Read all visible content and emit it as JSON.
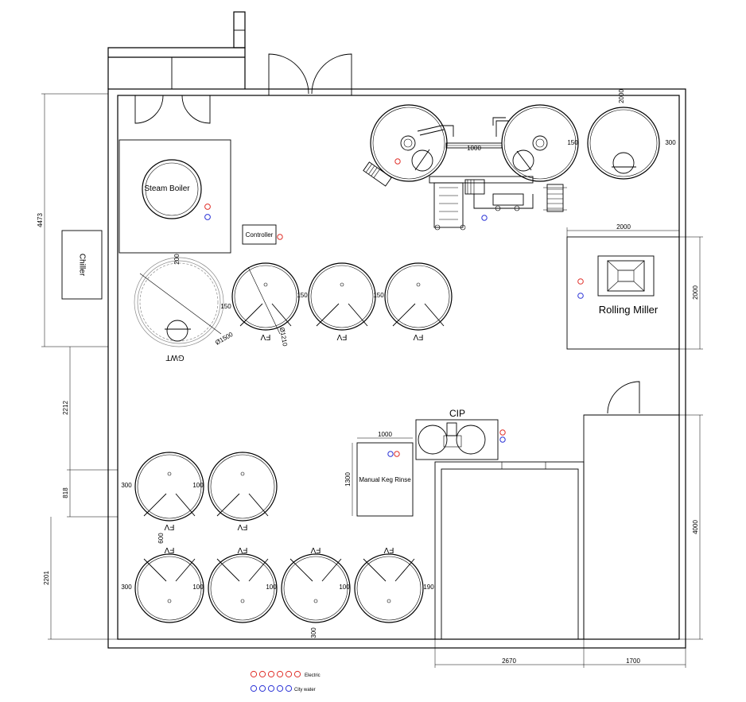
{
  "colors": {
    "electric": "#e0302a",
    "water": "#2b33d6",
    "line": "#000000"
  },
  "equipment": {
    "chiller": "Chiller",
    "steam_boiler": "Steam Boiler",
    "controller": "Controller",
    "rolling_miller": "Rolling Miller",
    "cip": "CIP",
    "keg_rinse": "Manual Keg Rinse",
    "gwt": "GWT",
    "fv": "FV"
  },
  "dimensions": {
    "left_upper": "4473",
    "left_mid": "2212",
    "left_small": "818",
    "left_lower": "2201",
    "right_miller": "2000",
    "right_lower": "4000",
    "bottom_left": "2670",
    "bottom_right": "1700",
    "miller_width": "2000",
    "brewhouse": "1000",
    "brewhouse_gap": "150",
    "kettle_top": "2000",
    "kettle_side": "300",
    "gwt_top": "200",
    "gwt_dia": "Ø1500",
    "fv_dia": "Ø1210",
    "fv_gap": "150",
    "keg_width": "1000",
    "keg_height": "1300",
    "row_margin": "300",
    "row_gap": "100",
    "row_spacing": "600",
    "end_gap": "190",
    "bottom_gap": "300"
  },
  "legend": {
    "electric": "Electric",
    "water": "City water"
  }
}
